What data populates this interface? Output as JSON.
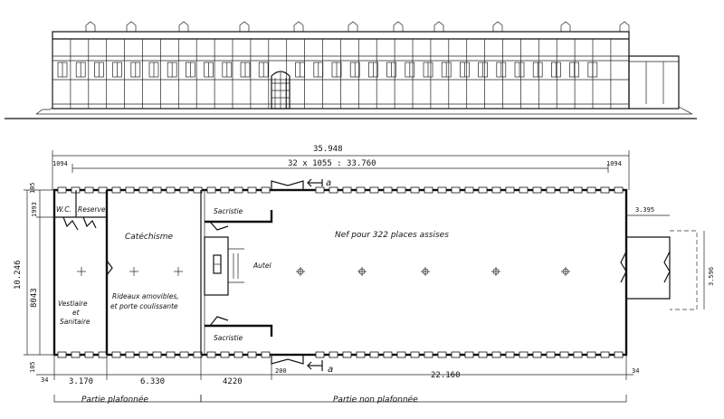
{
  "rooms": {
    "wc": "W.C.",
    "reserve": "Reserve",
    "catechisme": "Catéchisme",
    "sacristie_top": "Sacristie",
    "sacristie_bottom": "Sacristie",
    "nef": "Nef pour 322 places assises",
    "autel": "Autel",
    "vestiaire": "Vestiaire",
    "et": "et",
    "sanitaire": "Sanitaire",
    "rideaux_1": "Rideaux amovibles,",
    "rideaux_2": "et porte coulissante"
  },
  "dims": {
    "total_length": "35.948",
    "bays": "32 x 1055 : 33.760",
    "end_left": "1094",
    "end_right": "1094",
    "h_105_top": "105",
    "h_1993": "1993",
    "h_10246": "10.246",
    "h_8043": "8043",
    "h_105_bot": "105",
    "porch_depth": "3.395",
    "porch_width": "3.596",
    "b_34_left": "34",
    "b_3170": "3.170",
    "b_6330": "6.330",
    "b_4220": "4220",
    "b_200": "200",
    "b_22160": "22.160",
    "b_34_right": "34"
  },
  "section_marks": {
    "top": "a",
    "bottom": "a"
  },
  "zones": {
    "plafonnee": "Partie plafonnée",
    "non_plafonnee": "Partie non plafonnée"
  }
}
